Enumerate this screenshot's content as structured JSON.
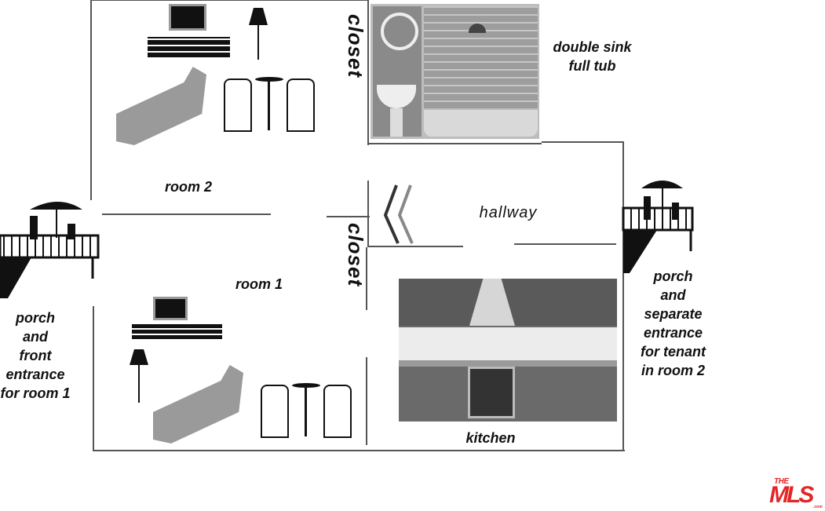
{
  "floorplan": {
    "rooms": {
      "room2": "room 2",
      "room1": "room 1",
      "hallway": "hallway",
      "kitchen": "kitchen",
      "closet_top": "closet",
      "closet_bottom": "closet"
    },
    "bathroom_note": [
      "double sink",
      "full tub"
    ],
    "left_porch_note": [
      "porch",
      "and",
      "front",
      "entrance",
      "for room 1"
    ],
    "right_porch_note": [
      "porch",
      "and",
      "separate",
      "entrance",
      "for tenant",
      "in room 2"
    ]
  },
  "logo": {
    "line1": "THE",
    "line2": "MLS",
    "suffix": ".com",
    "color": "#e32526"
  }
}
